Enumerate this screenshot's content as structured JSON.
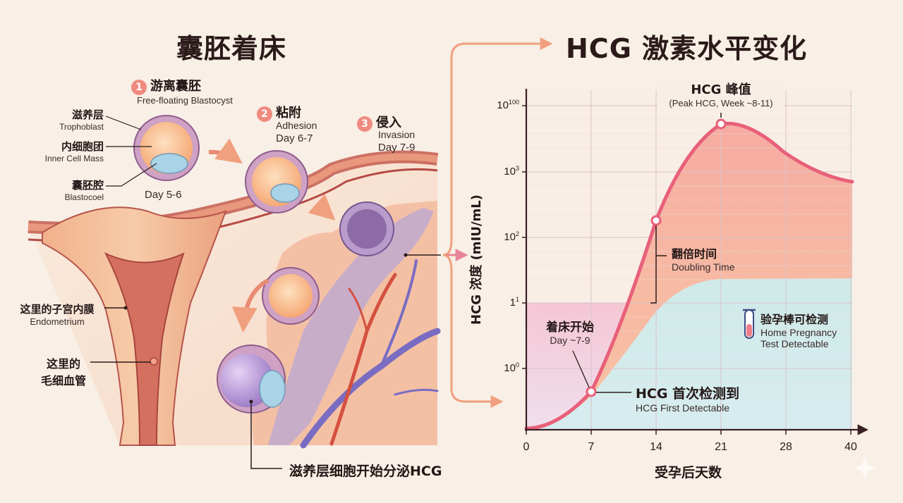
{
  "left_panel": {
    "title": "囊胚着床",
    "steps": [
      {
        "num": "1",
        "cn": "游离囊胚",
        "en": "Free-floating Blastocyst",
        "day": "Day 5-6"
      },
      {
        "num": "2",
        "cn": "粘附",
        "en": "Adhesion",
        "day": "Day 6-7"
      },
      {
        "num": "3",
        "cn": "侵入",
        "en": "Invasion",
        "day": "Day 7-9"
      }
    ],
    "blastocyst_labels": [
      {
        "cn": "滋养层",
        "en": "Trophoblast"
      },
      {
        "cn": "内细胞团",
        "en": "Inner Cell Mass"
      },
      {
        "cn": "囊胚腔",
        "en": "Blastocoel"
      }
    ],
    "uterus_labels": {
      "endometrium_cn": "这里的子宫内膜",
      "endometrium_en": "Endometrium",
      "capillary_cn_1": "这里的",
      "capillary_cn_2": "毛细血管"
    },
    "bottom_caption": "滋养层细胞开始分泌HCG"
  },
  "right_panel": {
    "title": "HCG 激素水平变化"
  },
  "chart_data": {
    "type": "area",
    "title": "HCG 激素水平变化",
    "xlabel": "受孕后天数",
    "ylabel": "HCG 浓度 (mIU/mL)",
    "x_ticks": [
      "0",
      "7",
      "14",
      "21",
      "28",
      "40"
    ],
    "y_ticks": [
      {
        "base": "10",
        "exp": "0"
      },
      {
        "base": "1",
        "exp": "1"
      },
      {
        "base": "10",
        "exp": "2"
      },
      {
        "base": "10",
        "exp": "3"
      },
      {
        "base": "10",
        "exp": "100"
      }
    ],
    "xlim": [
      0,
      40
    ],
    "grid": true,
    "series": [
      {
        "name": "HCG curve",
        "color": "#e8607a",
        "points": [
          {
            "day": 0,
            "level": "baseline"
          },
          {
            "day": 7,
            "level": "first detectable (~below 10^0)"
          },
          {
            "day": 14,
            "level": "~10^2.3"
          },
          {
            "day": 21,
            "level": "peak (~between 10^3 and 10^100)"
          },
          {
            "day": 40,
            "level": "~10^3 declining plateau"
          }
        ]
      }
    ],
    "regions": [
      {
        "name": "implantation zone",
        "color": "#f4b6c8"
      },
      {
        "name": "home pregnancy test detectable",
        "color": "#cdebea"
      },
      {
        "name": "area under curve",
        "color": "#f7b49a"
      }
    ],
    "annotations": [
      {
        "cn": "HCG 峰值",
        "en": "(Peak HCG, Week ~8-11)",
        "day": 21
      },
      {
        "cn": "翻倍时间",
        "en": "Doubling Time"
      },
      {
        "cn": "着床开始",
        "en": "Day ~7-9"
      },
      {
        "cn": "HCG 首次检测到",
        "en": "HCG First Detectable",
        "day": 7
      },
      {
        "cn": "验孕棒可检测",
        "en_1": "Home Pregnancy",
        "en_2": "Test Detectable"
      }
    ]
  },
  "colors": {
    "background": "#f8efe6",
    "curve": "#e8607a",
    "arrow": "#f0a07e",
    "teal_region": "#cdebea",
    "pink_region": "#f4bdd0",
    "orange_fill": "#f7b49a"
  }
}
